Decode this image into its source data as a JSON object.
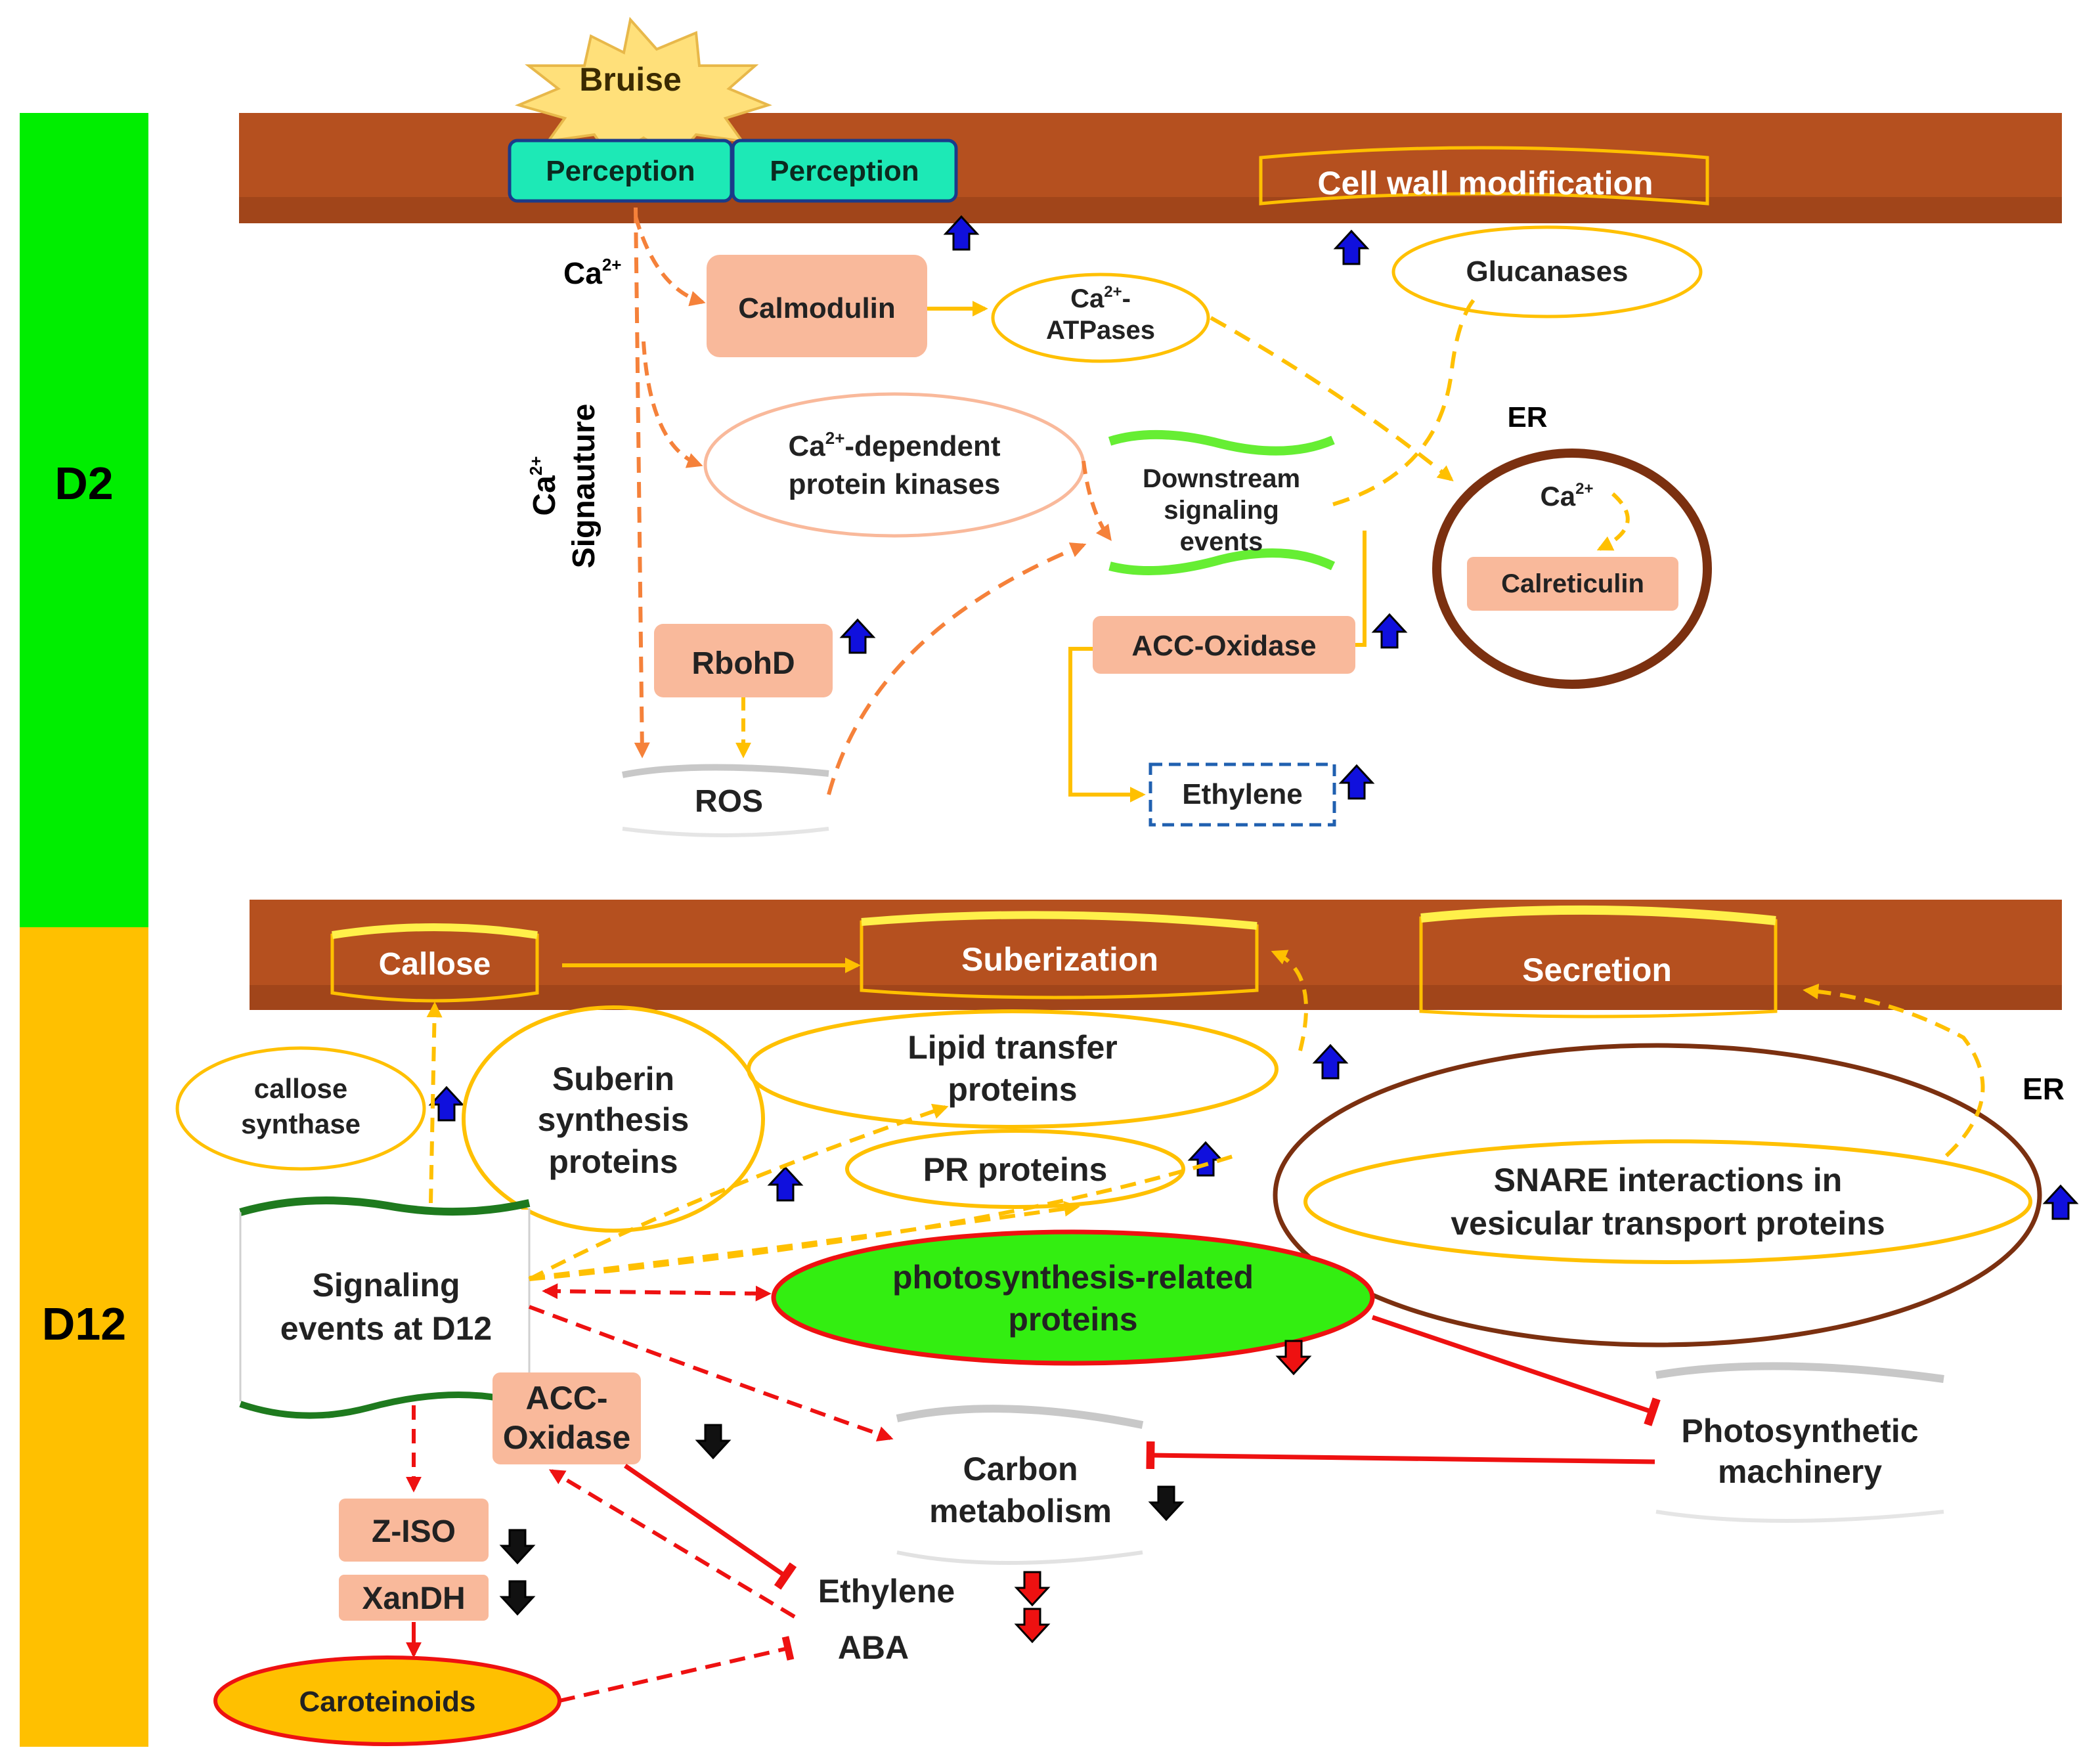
{
  "stages": {
    "d2": "D2",
    "d12": "D12"
  },
  "d2": {
    "bruise": "Bruise",
    "perception_1": "Perception",
    "perception_2": "Perception",
    "cell_wall_modification": "Cell wall modification",
    "ca_label": "Ca",
    "ca_signature_line1": "Ca",
    "ca_signature_line2": "Signauture",
    "calmodulin": "Calmodulin",
    "ca_atpases_line1": "Ca",
    "ca_atpases_line2": "ATPases",
    "glucanases": "Glucanases",
    "cdpk_line1": "Ca",
    "cdpk_line1_rest": "-dependent",
    "cdpk_line2": "protein kinases",
    "downstream_line1": "Downstream",
    "downstream_line2": "signaling",
    "downstream_line3": "events",
    "er_label": "ER",
    "er_ca": "Ca",
    "calreticulin": "Calreticulin",
    "rbohd": "RbohD",
    "ros": "ROS",
    "acc_oxidase": "ACC-Oxidase",
    "ethylene": "Ethylene"
  },
  "d12": {
    "callose": "Callose",
    "suberization": "Suberization",
    "secretion": "Secretion",
    "callose_synthase_line1": "callose",
    "callose_synthase_line2": "synthase",
    "suberin_line1": "Suberin",
    "suberin_line2": "synthesis",
    "suberin_line3": "proteins",
    "lipid_line1": "Lipid transfer",
    "lipid_line2": "proteins",
    "pr_proteins": "PR proteins",
    "er_label": "ER",
    "snare_line1": "SNARE interactions in",
    "snare_line2": "vesicular transport proteins",
    "signaling_line1": "Signaling",
    "signaling_line2": "events at D12",
    "photo_line1": "photosynthesis-related",
    "photo_line2": "proteins",
    "acc_line1": "ACC-",
    "acc_line2": "Oxidase",
    "carbon_line1": "Carbon",
    "carbon_line2": "metabolism",
    "machinery_line1": "Photosynthetic",
    "machinery_line2": "machinery",
    "ziso": "Z-ISO",
    "xandh": "XanDH",
    "carotenoids": "Caroteinoids",
    "ethylene": "Ethylene",
    "aba": "ABA"
  },
  "colors": {
    "d2_bar": "#00ee00",
    "d12_bar": "#ffc000",
    "membrane": "#b5501f",
    "salmon": "#f9b99b",
    "teal": "#1de9b6",
    "orange_arrow": "#f5813a",
    "yellow_line": "#ffc000",
    "red": "#ee1111",
    "up_arrow": "#1010dd",
    "er_ring": "#7b3010",
    "photo_fill": "#33ee11"
  }
}
